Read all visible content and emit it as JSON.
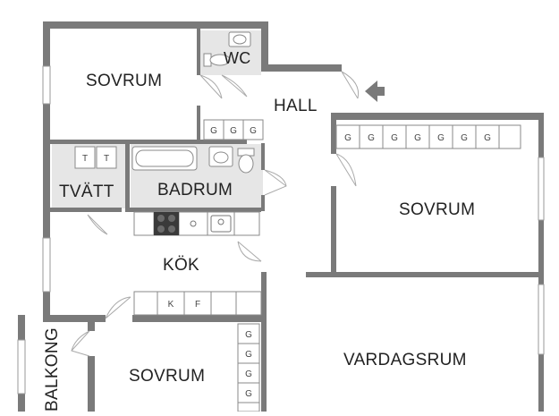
{
  "rooms": {
    "sovrum_top_left": "SOVRUM",
    "wc": "WC",
    "hall": "HALL",
    "sovrum_right": "SOVRUM",
    "tvatt": "TVÄTT",
    "badrum": "BADRUM",
    "kok": "KÖK",
    "balkong": "BALKONG",
    "sovrum_bottom": "SOVRUM",
    "vardagsrum": "VARDAGSRUM"
  },
  "fixtures": {
    "wardrobe_mark": "G",
    "dryer_mark": "T",
    "fridge_mark": "K",
    "freezer_mark": "F"
  },
  "colors": {
    "wall": "#7a7a7a",
    "wet_room_floor": "#e6e6e6",
    "fixture_line": "#9a9a9a",
    "door_swing": "#aaaaaa"
  }
}
